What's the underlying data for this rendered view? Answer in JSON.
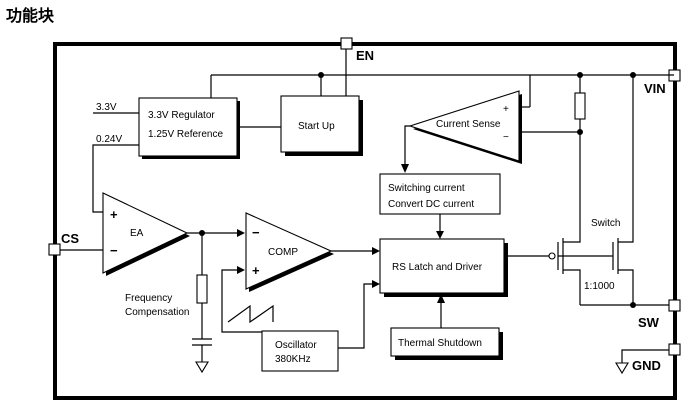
{
  "title": "功能块",
  "pins": {
    "en": "EN",
    "vin": "VIN",
    "cs": "CS",
    "sw": "SW",
    "gnd": "GND"
  },
  "inputs": {
    "v33": "3.3V",
    "v024": "0.24V"
  },
  "blocks": {
    "regulator_line1": "3.3V Regulator",
    "regulator_line2": "1.25V Reference",
    "startup": "Start Up",
    "current_sense": "Current Sense",
    "switching_line1": "Switching current",
    "switching_line2": "Convert DC current",
    "ea": "EA",
    "comp": "COMP",
    "latch": "RS Latch and Driver",
    "oscillator_line1": "Oscillator",
    "oscillator_line2": "380KHz",
    "thermal": "Thermal Shutdown"
  },
  "labels": {
    "freq_line1": "Frequency",
    "freq_line2": "Compensation",
    "switch": "Switch",
    "ratio": "1:1000"
  },
  "symbols": {
    "plus": "+",
    "minus": "−"
  }
}
